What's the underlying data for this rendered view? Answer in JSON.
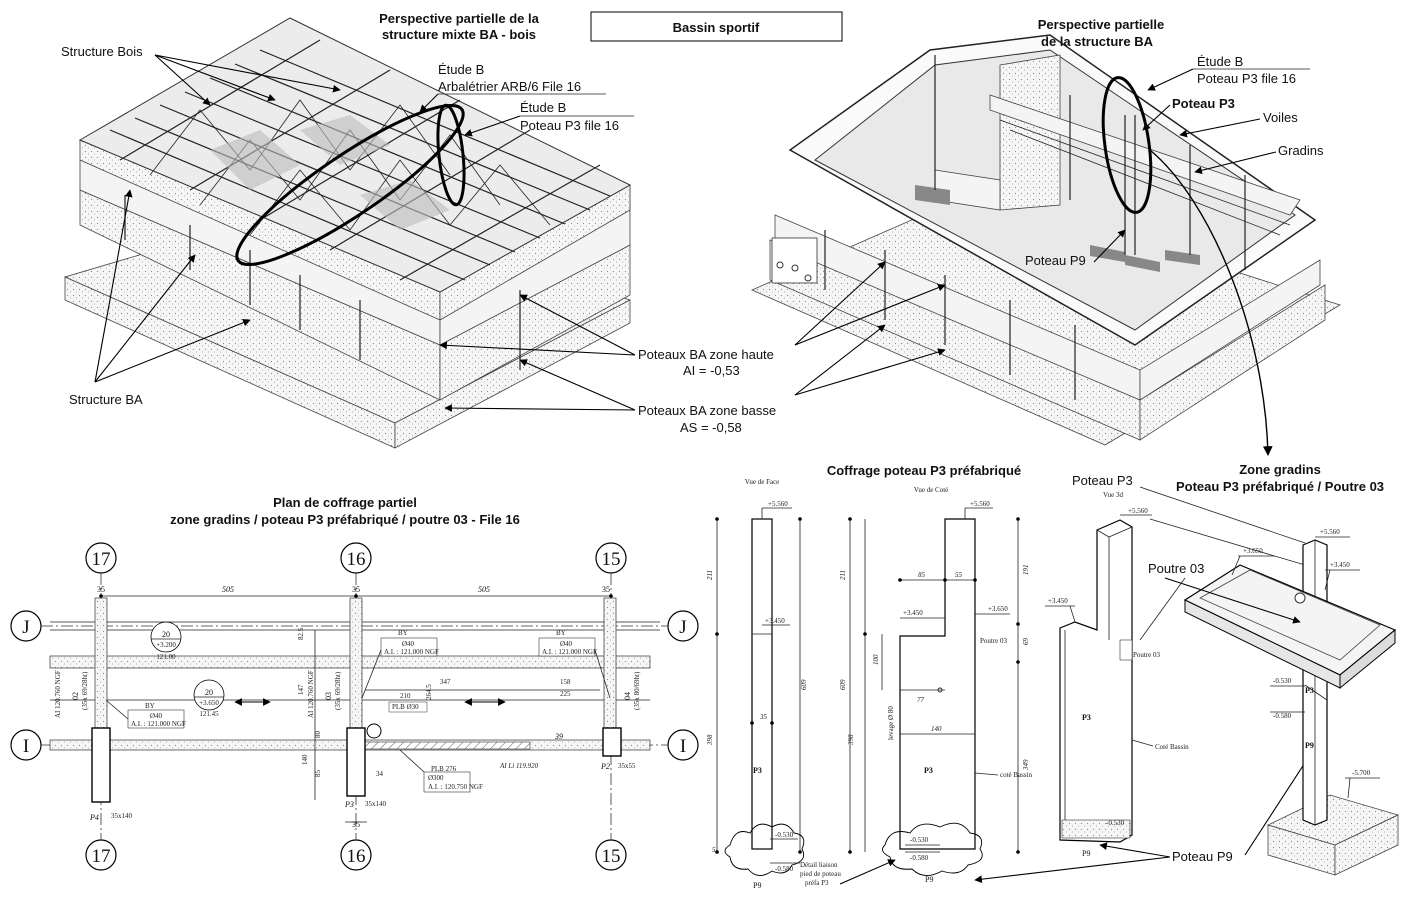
{
  "title_box": "Bassin sportif",
  "top_left": {
    "title_line1": "Perspective partielle de la",
    "title_line2": "structure mixte BA - bois",
    "structure_bois": "Structure Bois",
    "structure_ba": "Structure BA",
    "etude_b_1": "Étude B",
    "arbaletrier": "Arbalétrier ARB/6 File 16",
    "etude_b_2": "Étude B",
    "poteau_p3_file16": "Poteau P3 file 16",
    "poteaux_haute": "Poteaux BA zone haute",
    "ai_value": "AI = -0,53",
    "poteaux_basse": "Poteaux BA zone basse",
    "as_value": "AS = -0,58"
  },
  "top_right": {
    "title_line1": "Perspective partielle",
    "title_line2": "de la structure BA",
    "etude_b": "Étude B",
    "poteau_p3_file16": "Poteau P3 file 16",
    "poteau_p3": "Poteau P3",
    "voiles": "Voiles",
    "gradins": "Gradins",
    "poteau_p9": "Poteau P9"
  },
  "plan": {
    "title_line1": "Plan de coffrage partiel",
    "title_line2": "zone gradins / poteau P3 préfabriqué / poutre 03 - File 16",
    "axes_top": [
      "17",
      "16",
      "15"
    ],
    "axes_side": [
      "J",
      "I"
    ],
    "dim_505_a": "505",
    "dim_505_b": "505",
    "dim_35": "35",
    "p4": "P4",
    "p4_dim": "35x140",
    "p3": "P3",
    "p3_dim": "35x140",
    "p2": "P2",
    "p2_dim": "35x55",
    "beam_02": "02",
    "beam_02_dim": "(35x 69/28ht)",
    "beam_03": "03",
    "beam_03_dim": "(35x 69/28ht)",
    "beam_04": "04",
    "beam_04_dim": "(35x 80/69ht)",
    "ai_02": "AI 120.760 NGF",
    "ai_03": "AI 120.760 NGF",
    "slab_20_a": "20",
    "slab_20_a_level": "+3.200",
    "slab_20_a_ngf": "121.00",
    "slab_20_b": "20",
    "slab_20_b_level": "+3.650",
    "slab_20_b_ngf": "121.45",
    "by": "BY",
    "d40": "Ø40",
    "ai_121": "A.I. : 121.000 NGF",
    "dim_39": "39",
    "ai_li": "AI Li 119.920",
    "plb_30": "PLB Ø30",
    "plb_276": "PLB 276",
    "d300": "Ø300",
    "ai_120750": "A.I. : 120.750 NGF",
    "dim_210": "210",
    "dim_347": "347",
    "dim_158": "158",
    "dim_225": "225",
    "dim_264": "264.5",
    "dim_147": "147",
    "dim_82": "82.5",
    "dim_80": "80",
    "dim_140": "140",
    "dim_85": "85",
    "dim_34": "34"
  },
  "coffrage": {
    "title": "Coffrage poteau P3 préfabriqué",
    "vue_face": "Vue de Face",
    "vue_cote": "Vue de Coté",
    "vue_3d": "Vue 3d",
    "poteau_p3": "Poteau P3",
    "lvl_5560": "+5.560",
    "lvl_3450": "+3.450",
    "lvl_3650": "+3.650",
    "lvl_0530": "-0.530",
    "lvl_0580": "-0.580",
    "dim_211": "211",
    "dim_609": "609",
    "dim_398": "398",
    "dim_5": "5",
    "dim_35": "35",
    "dim_85": "85",
    "dim_55": "55",
    "dim_100": "100",
    "dim_77": "77",
    "dim_140": "140",
    "dim_191": "191",
    "dim_69": "69",
    "dim_349": "349",
    "levage": "levage Ø 80",
    "p3": "P3",
    "p9": "P9",
    "poutre_03": "Poutre 03",
    "cote_bassin": "coté Bassin",
    "cote_bassin_3d": "Coté Bassin",
    "detail_1": "Détail liaison",
    "detail_2": "pied de poteau",
    "detail_3": "préfa P3",
    "poteau_p9": "Poteau P9"
  },
  "zone_gradins": {
    "title_line1": "Zone gradins",
    "title_line2": "Poteau P3 préfabriqué / Poutre 03",
    "poutre_03": "Poutre 03",
    "lvl_5560": "+5.560",
    "lvl_3650": "+3.650",
    "lvl_3450": "+3.450",
    "lvl_0530": "-0.530",
    "lvl_0580": "-0.580",
    "lvl_5700": "-5.700",
    "p3": "P3",
    "p9": "P9"
  }
}
